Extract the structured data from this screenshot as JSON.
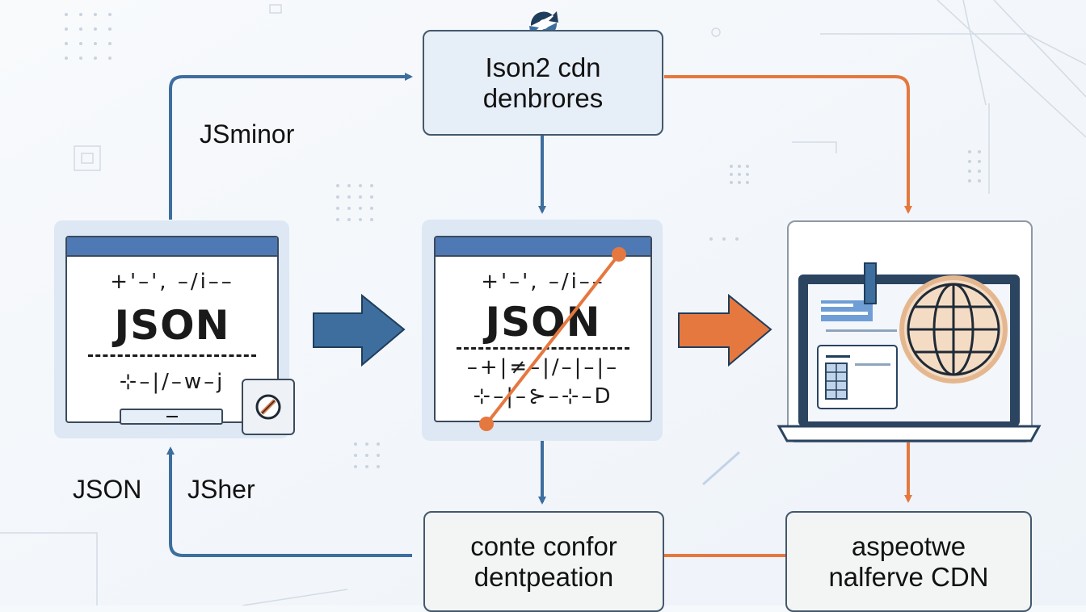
{
  "title_box": {
    "line1": "Ison2 cdn",
    "line2": "denbrores"
  },
  "bottom_center_box": {
    "line1": "conte confor",
    "line2": "dentpeation"
  },
  "bottom_right_box": {
    "line1": "aspeotwe",
    "line2": "nalferve CDN"
  },
  "labels": {
    "top_left": "JSminor",
    "bottom_left_1": "JSON",
    "bottom_left_2": "JSher"
  },
  "left_doc": {
    "line1": "+'–', –/i––",
    "keyword": "JSON",
    "line3": "– – – – – – – –",
    "line4": "⊹–|/–w–j"
  },
  "center_doc": {
    "line1": "+'–', –/i––",
    "keyword": "JSON",
    "line3": "– – – – – – –",
    "line4": "–+|≠–|/–|–|–",
    "line5": "⊹–|–⊱–⊹–D"
  },
  "colors": {
    "blue": "#3d6e9e",
    "orange": "#e5783f",
    "navy": "#1f3d5c"
  },
  "icons": [
    "refresh-logo-icon",
    "edit-icon",
    "globe-icon",
    "laptop-icon",
    "right-arrow-icon"
  ]
}
